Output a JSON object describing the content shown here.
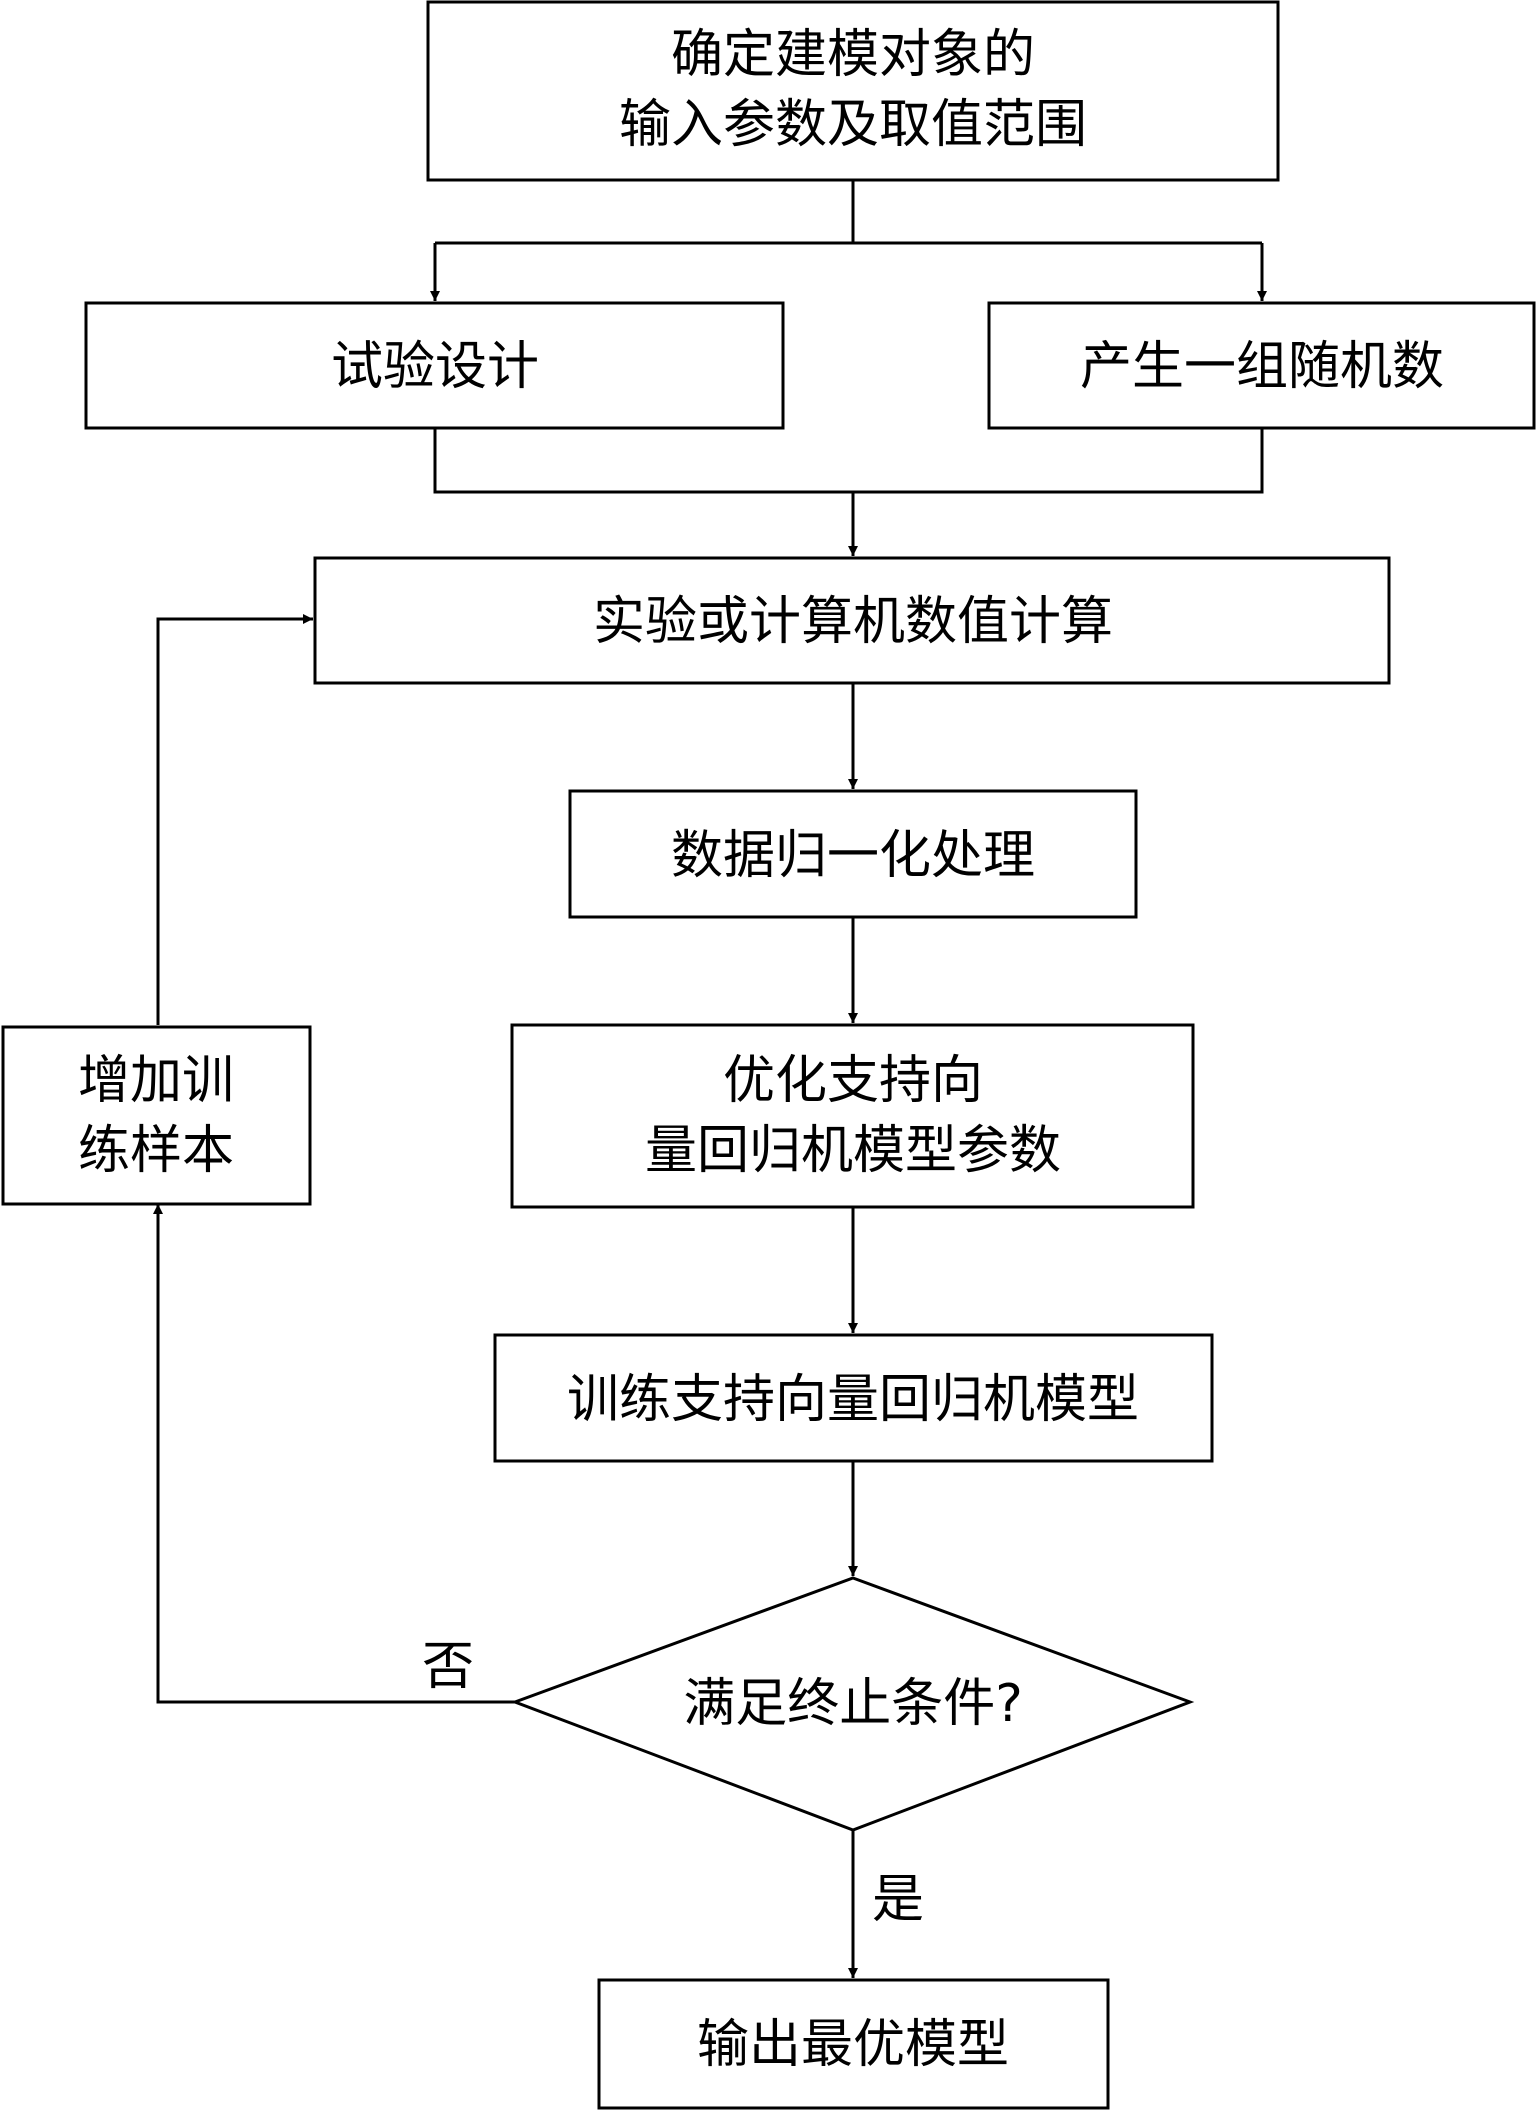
{
  "nodes": {
    "define_inputs": [
      "确定建模对象的",
      "输入参数及取值范围"
    ],
    "experiment_design": [
      "试验设计"
    ],
    "random_numbers": [
      "产生一组随机数"
    ],
    "numerical_calc": [
      "实验或计算机数值计算"
    ],
    "normalize": [
      "数据归一化处理"
    ],
    "optimize_params": [
      "优化支持向",
      "量回归机模型参数"
    ],
    "train_model": [
      "训练支持向量回归机模型"
    ],
    "termination_check": [
      "满足终止条件?"
    ],
    "add_samples": [
      "增加训",
      "练样本"
    ],
    "output_model": [
      "输出最优模型"
    ]
  },
  "edge_labels": {
    "no": "否",
    "yes": "是"
  }
}
